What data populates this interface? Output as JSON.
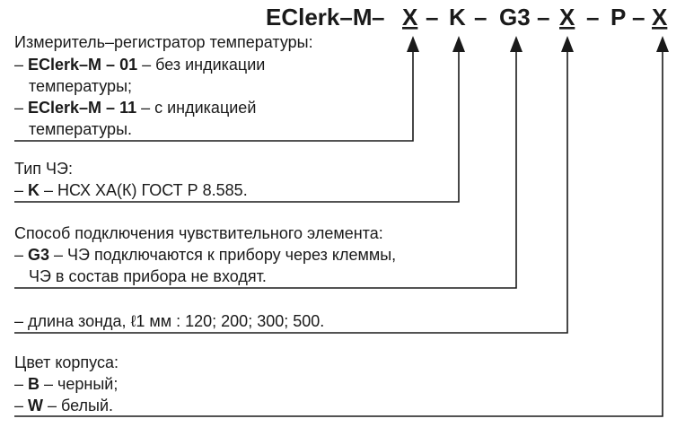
{
  "code": {
    "prefix": "EClerk–M",
    "dash": "–",
    "x1": "X",
    "k": "K",
    "g3": "G3",
    "x2": "X",
    "p": "P",
    "x3": "X"
  },
  "sections": {
    "model": {
      "title": "Измеритель–регистратор  температуры:",
      "line1_prefix": "– ",
      "line1_bold": "EClerk–M – 01",
      "line1_rest": " – без индикации",
      "line2": "температуры;",
      "line3_prefix": "– ",
      "line3_bold": "EClerk–M – 11",
      "line3_rest": " – с индикацией",
      "line4": "температуры."
    },
    "sensor_type": {
      "title": "Тип ЧЭ:",
      "line1_prefix": "– ",
      "line1_bold": "K",
      "line1_rest": " – НСХ ХА(К) ГОСТ Р 8.585."
    },
    "connection": {
      "title": "Способ подключения чувствительного элемента:",
      "line1_prefix": "– ",
      "line1_bold": "G3",
      "line1_rest": " – ЧЭ подключаются к прибору через клеммы,",
      "line2": "ЧЭ в состав прибора не входят."
    },
    "probe": {
      "line1": "– длина зонда, ℓ1 мм : 120; 200; 300; 500."
    },
    "color": {
      "title": "Цвет корпуса:",
      "line1_prefix": "– ",
      "line1_bold": "B",
      "line1_rest": " – черный;",
      "line2_prefix": "– ",
      "line2_bold": "W",
      "line2_rest": " – белый."
    }
  }
}
